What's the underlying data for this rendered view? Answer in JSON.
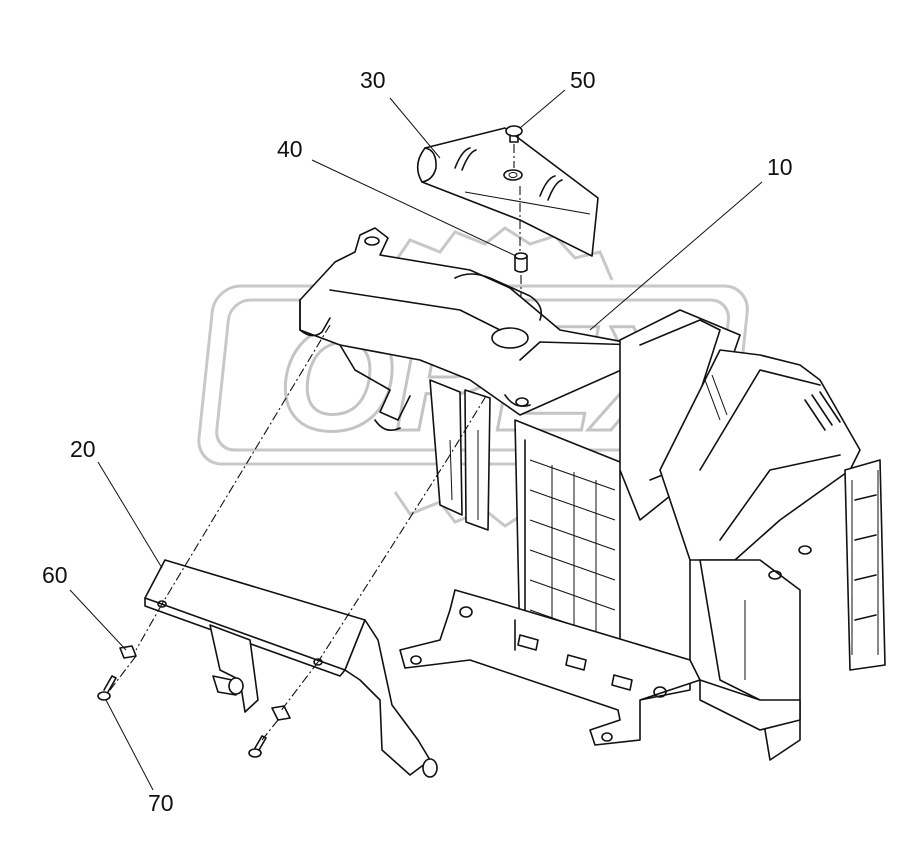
{
  "diagram": {
    "watermark": "OPEX",
    "callouts": [
      {
        "id": "c10",
        "label": "10"
      },
      {
        "id": "c20",
        "label": "20"
      },
      {
        "id": "c30",
        "label": "30"
      },
      {
        "id": "c40",
        "label": "40"
      },
      {
        "id": "c50",
        "label": "50"
      },
      {
        "id": "c60",
        "label": "60"
      },
      {
        "id": "c70",
        "label": "70"
      }
    ]
  }
}
